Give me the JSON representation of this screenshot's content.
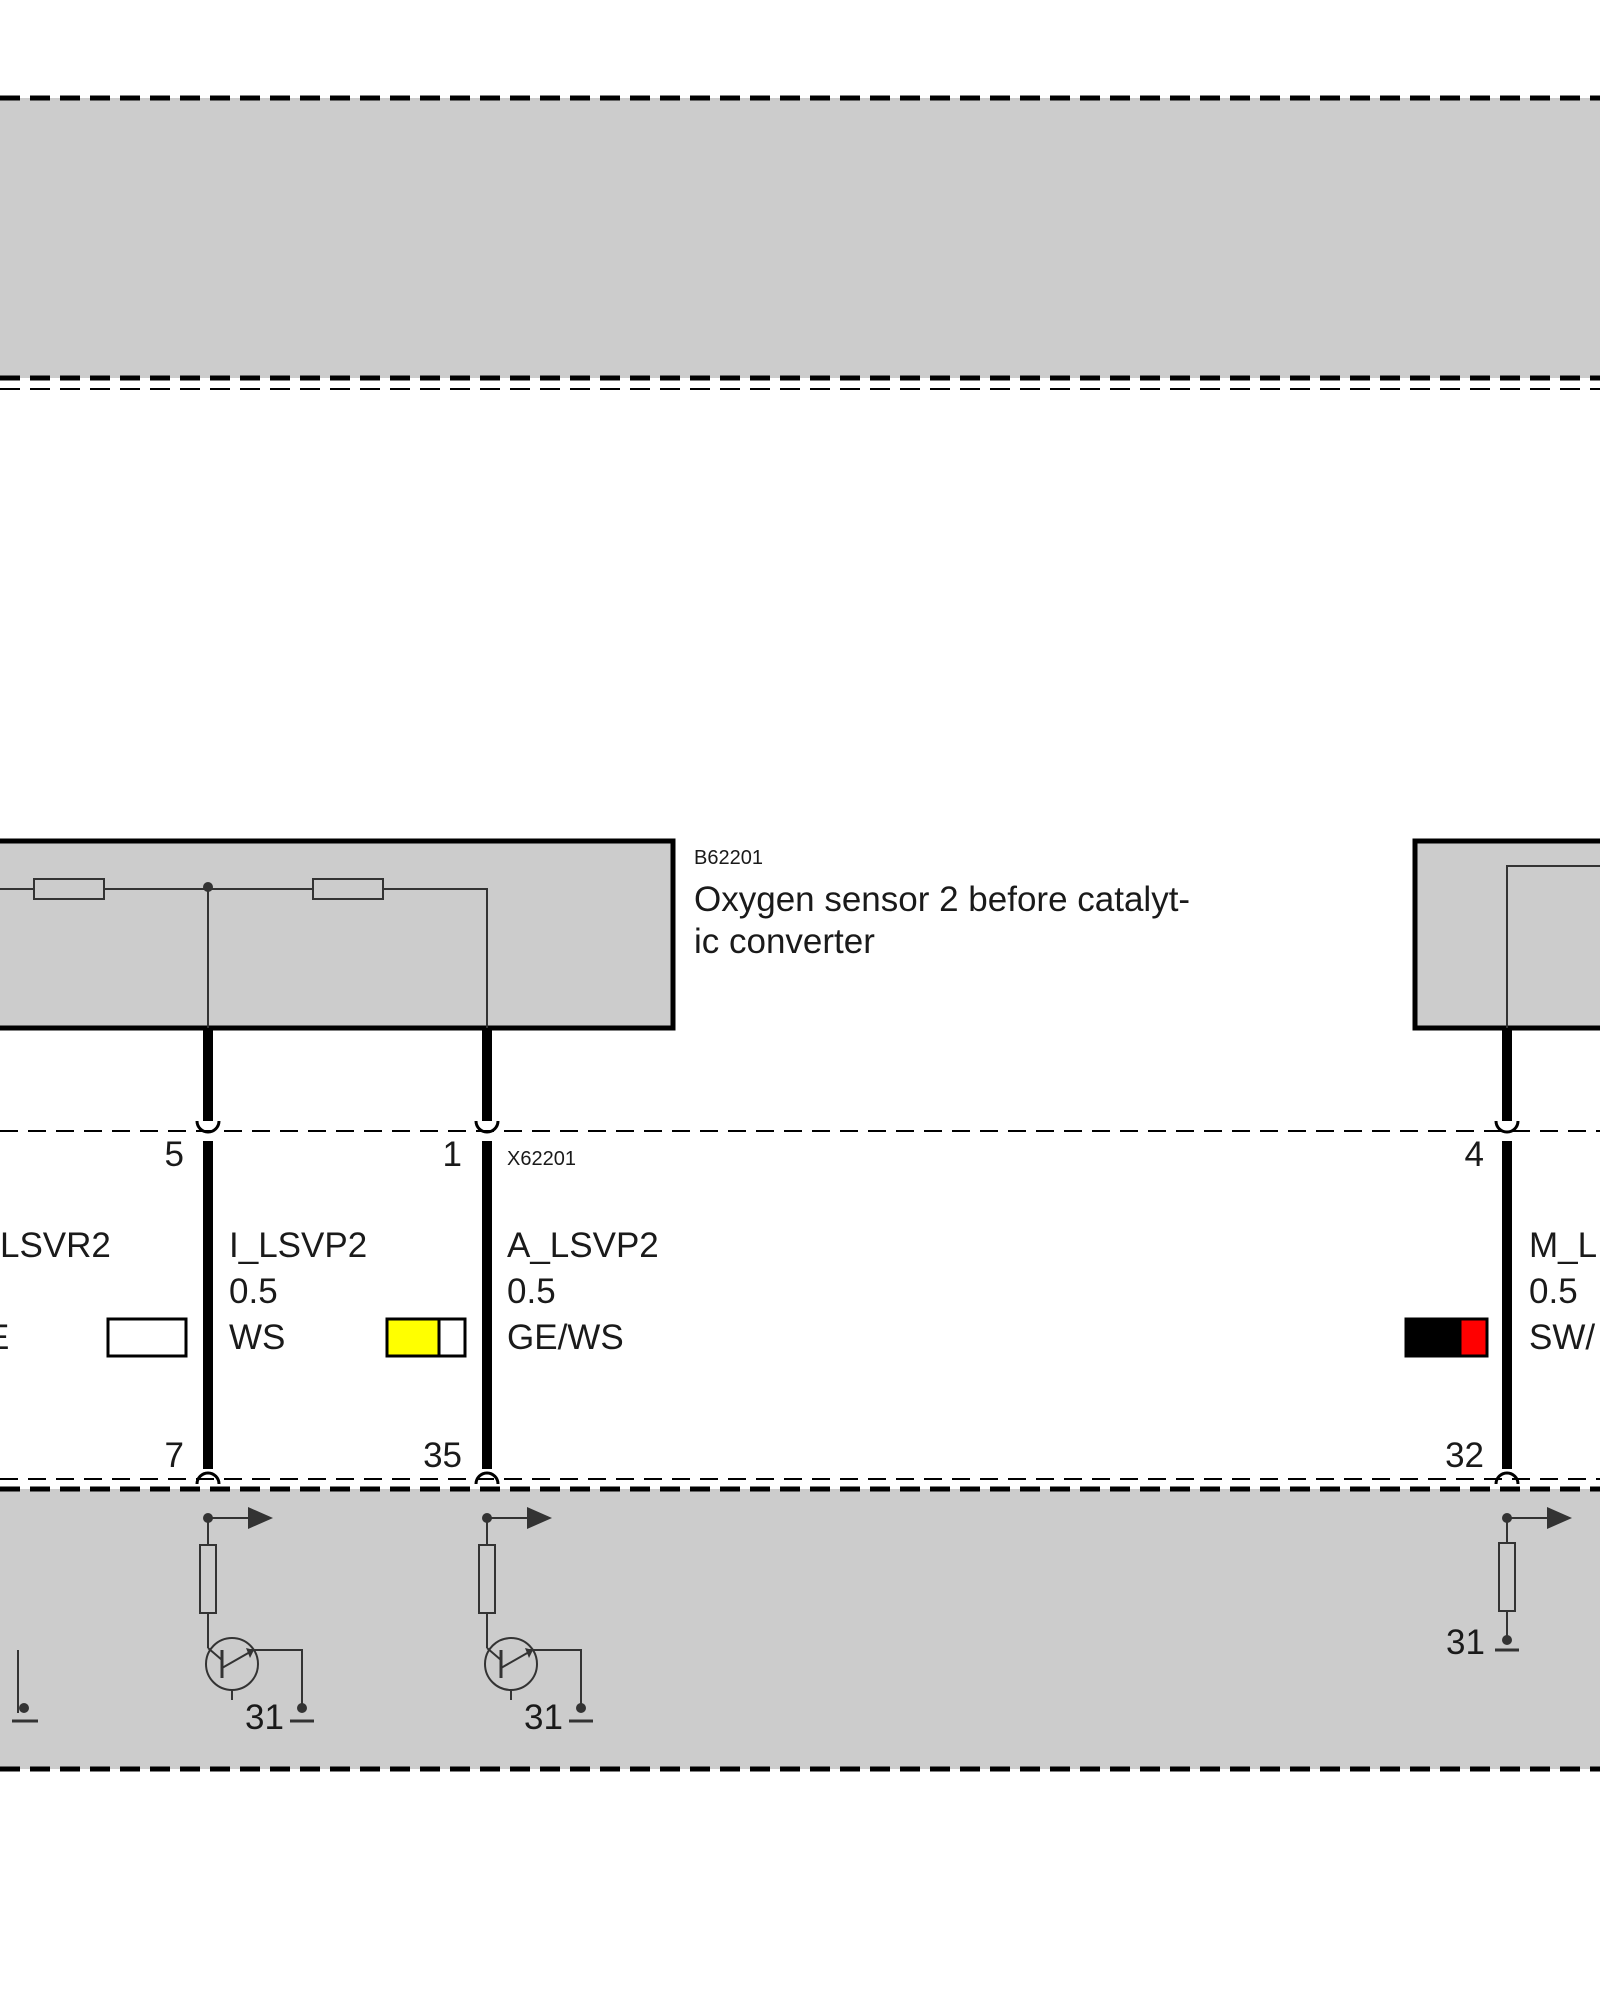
{
  "sensor": {
    "id": "B62201",
    "title_line1": "Oxygen sensor 2 before catalyt-",
    "title_line2": "ic converter"
  },
  "connector": {
    "id": "X62201"
  },
  "pins": {
    "top_left": "5",
    "top_mid": "1",
    "top_right": "4",
    "bottom_left": "7",
    "bottom_mid": "35",
    "bottom_right": "32"
  },
  "wires": [
    {
      "signal": "LSVR2",
      "size": "",
      "color_code": "E"
    },
    {
      "signal": "I_LSVP2",
      "size": "0.5",
      "color_code": "WS"
    },
    {
      "signal": "A_LSVP2",
      "size": "0.5",
      "color_code": "GE/WS"
    },
    {
      "signal": "M_L",
      "size": "0.5",
      "color_code": "SW/"
    }
  ],
  "ground_labels": {
    "left": "31",
    "mid": "31",
    "right": "31"
  },
  "colors": {
    "module_fill": "#cccccc",
    "ws": "#ffffff",
    "ge": "#ffff00",
    "sw": "#000000",
    "rt": "#ff0000"
  }
}
